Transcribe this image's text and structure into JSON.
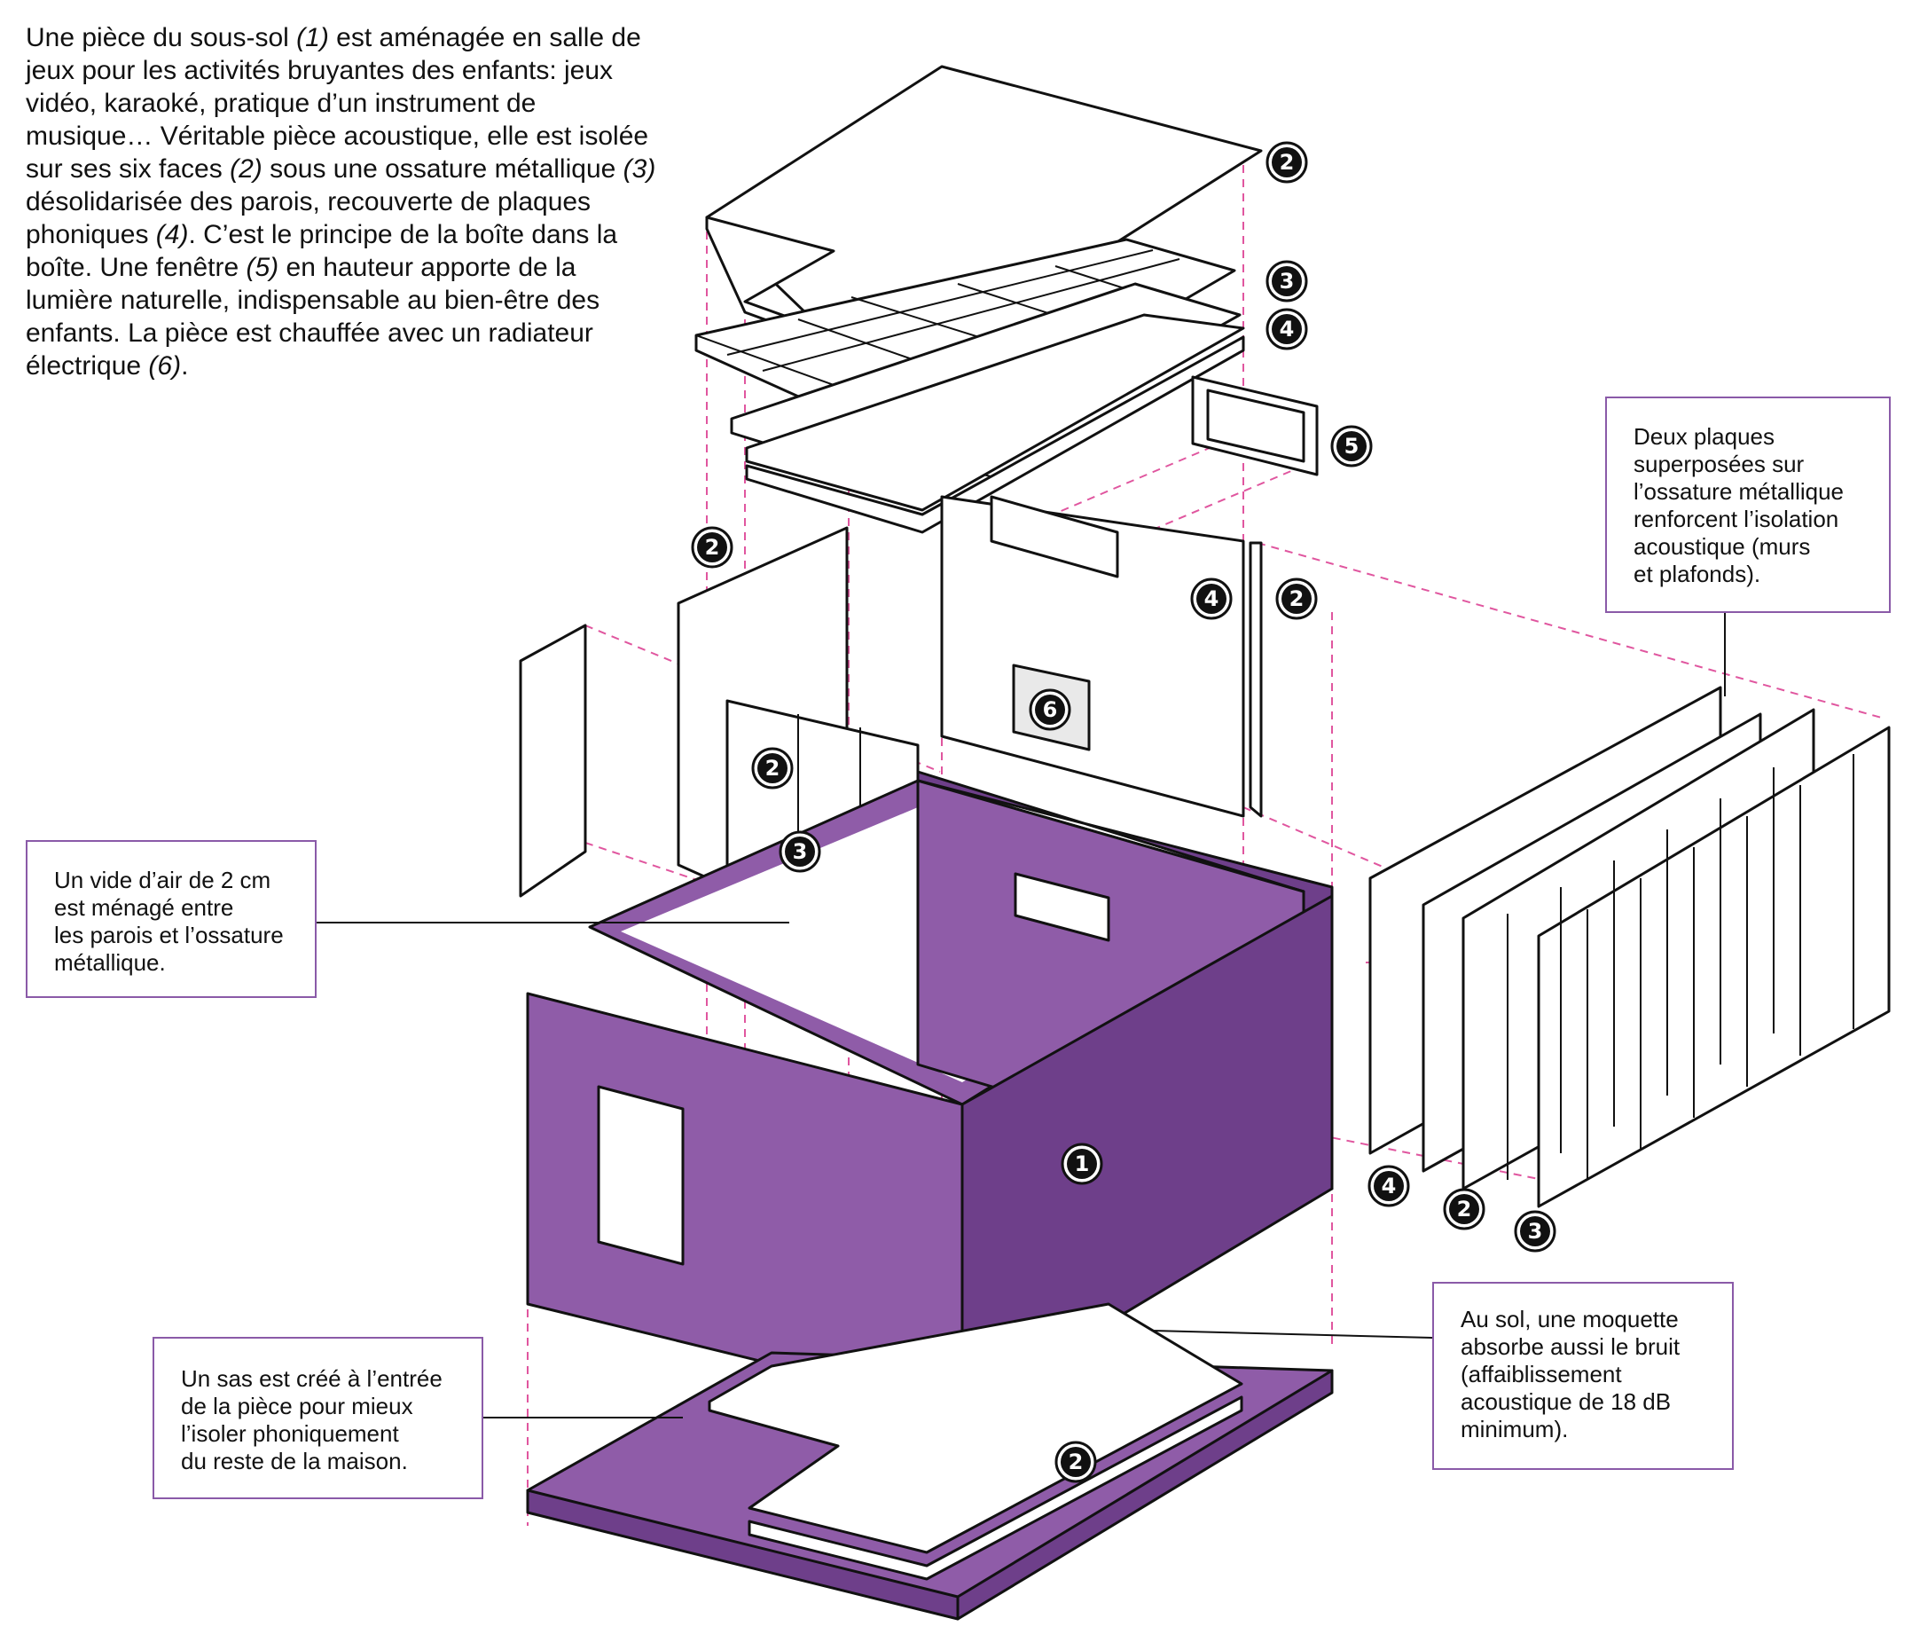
{
  "intro": {
    "parts": [
      "Une pièce du sous-sol ",
      "(1)",
      " est aménagée en salle de jeux pour les activités bruyantes des enfants: jeux vidéo, karaoké, pratique d’un instrument de musique… Véritable pièce acoustique, elle est isolée sur ses six faces ",
      "(2)",
      " sous une ossature métallique ",
      "(3)",
      " désolidarisée des parois, recouverte de plaques phoniques ",
      "(4)",
      ". C’est le principe de la boîte dans la boîte. Une fenêtre ",
      "(5)",
      " en hauteur apporte de la lumière naturelle, indispensable au bien-être des enfants. La pièce est chauffée avec un radiateur électrique ",
      "(6)",
      "."
    ]
  },
  "notes": {
    "plaques": "Deux plaques\nsuperposées sur\nl’ossature métallique\nrenforcent l’isolation\nacoustique (murs\net plafonds).",
    "vide": "Un vide d’air de 2 cm\nest ménagé entre\nles parois et l’ossature\nmétallique.",
    "sas": "Un sas est créé à l’entrée\nde la pièce pour mieux\nl’isoler phoniquement\ndu reste de la maison.",
    "moquette": "Au sol, une moquette\nabsorbe aussi le bruit\n(affaiblissement\nacoustique de 18 dB\nminimum)."
  },
  "badges": {
    "b1": "1",
    "b2": "2",
    "b3": "3",
    "b4": "4",
    "b5": "5",
    "b6": "6"
  },
  "colors": {
    "purple": "#8f5ca8",
    "purple_dark": "#6e3f8a",
    "guide": "#e0569f",
    "note_border": "#8a5aa8",
    "ink": "#111111"
  }
}
